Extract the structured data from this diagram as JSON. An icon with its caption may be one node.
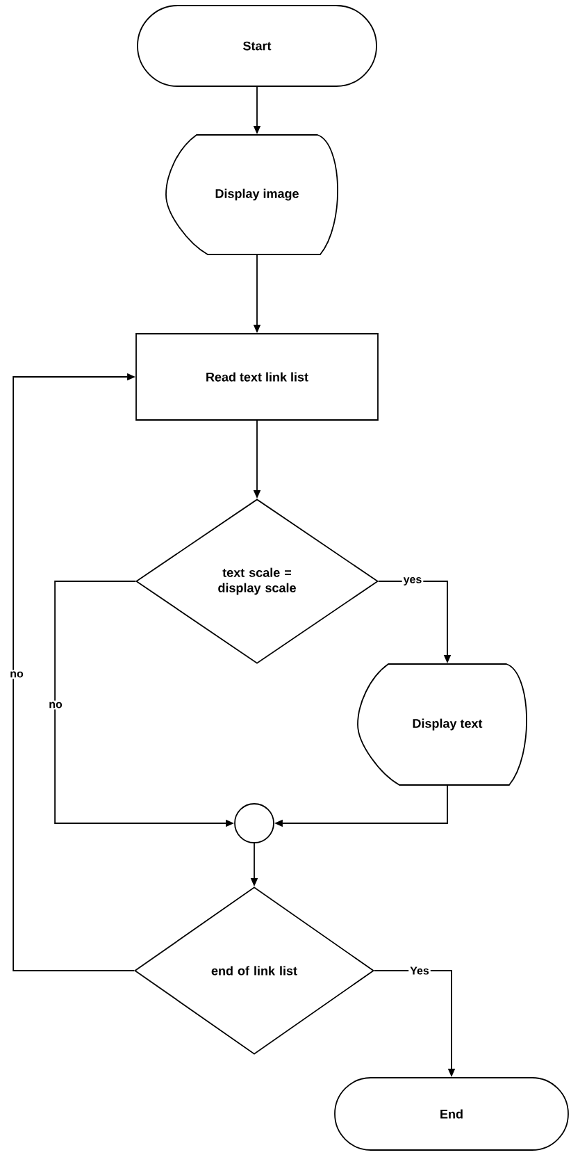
{
  "diagram": {
    "nodes": [
      {
        "text": [
          "Start"
        ]
      },
      {
        "text": [
          "Display image"
        ]
      },
      {
        "text": [
          "Read text link list"
        ]
      },
      {
        "text": [
          "text scale = display scale"
        ]
      },
      {
        "text": [
          "Display text"
        ]
      },
      {
        "text": [],
        "shape": "circle"
      },
      {
        "text": [
          "end of link list"
        ]
      },
      {
        "text": [
          "End"
        ]
      }
    ],
    "edges": [
      {
        "from": 0,
        "to": 1,
        "arrow": "to"
      },
      {
        "from": 1,
        "to": 2,
        "arrow": "to"
      },
      {
        "from": 2,
        "to": 3,
        "arrow": "to"
      },
      {
        "from": 3,
        "to": 4,
        "arrow": "to",
        "label": "yes"
      },
      {
        "from": 3,
        "to": 5,
        "arrow": "to",
        "label": "no"
      },
      {
        "from": 4,
        "to": 5,
        "arrow": "to"
      },
      {
        "from": 5,
        "to": 6,
        "arrow": "to"
      },
      {
        "from": 6,
        "to": 7,
        "arrow": "to",
        "label": "Yes"
      },
      {
        "from": 6,
        "to": 2,
        "arrow": "to",
        "label": "no"
      }
    ]
  }
}
